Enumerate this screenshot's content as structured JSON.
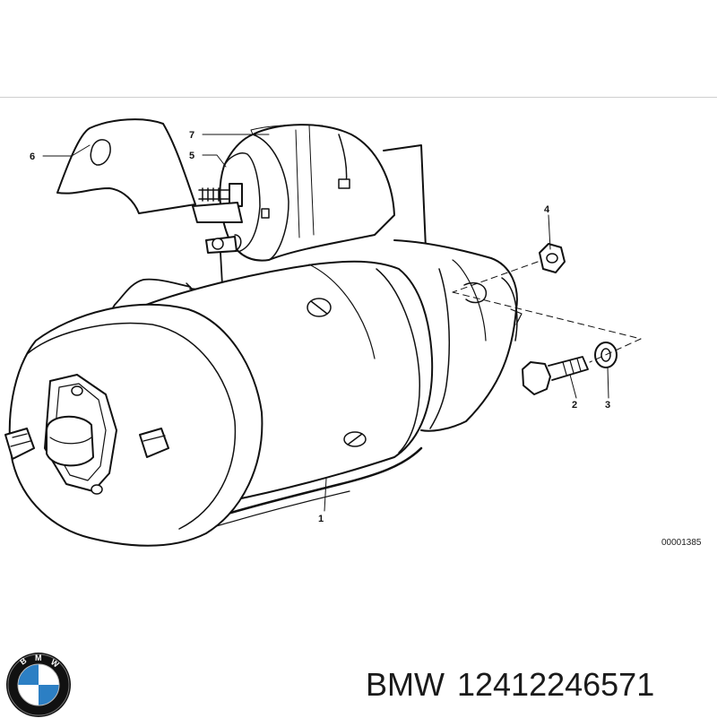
{
  "callouts": {
    "c1": "1",
    "c2": "2",
    "c3": "3",
    "c4": "4",
    "c5": "5",
    "c6": "6",
    "c7": "7"
  },
  "diagram_ref": "00001385",
  "brand": "BMW",
  "part_number": "12412246571",
  "logo": {
    "letters": "BMW",
    "colors": {
      "blue": "#2c7fc4",
      "ring": "#111111",
      "white": "#ffffff"
    }
  }
}
